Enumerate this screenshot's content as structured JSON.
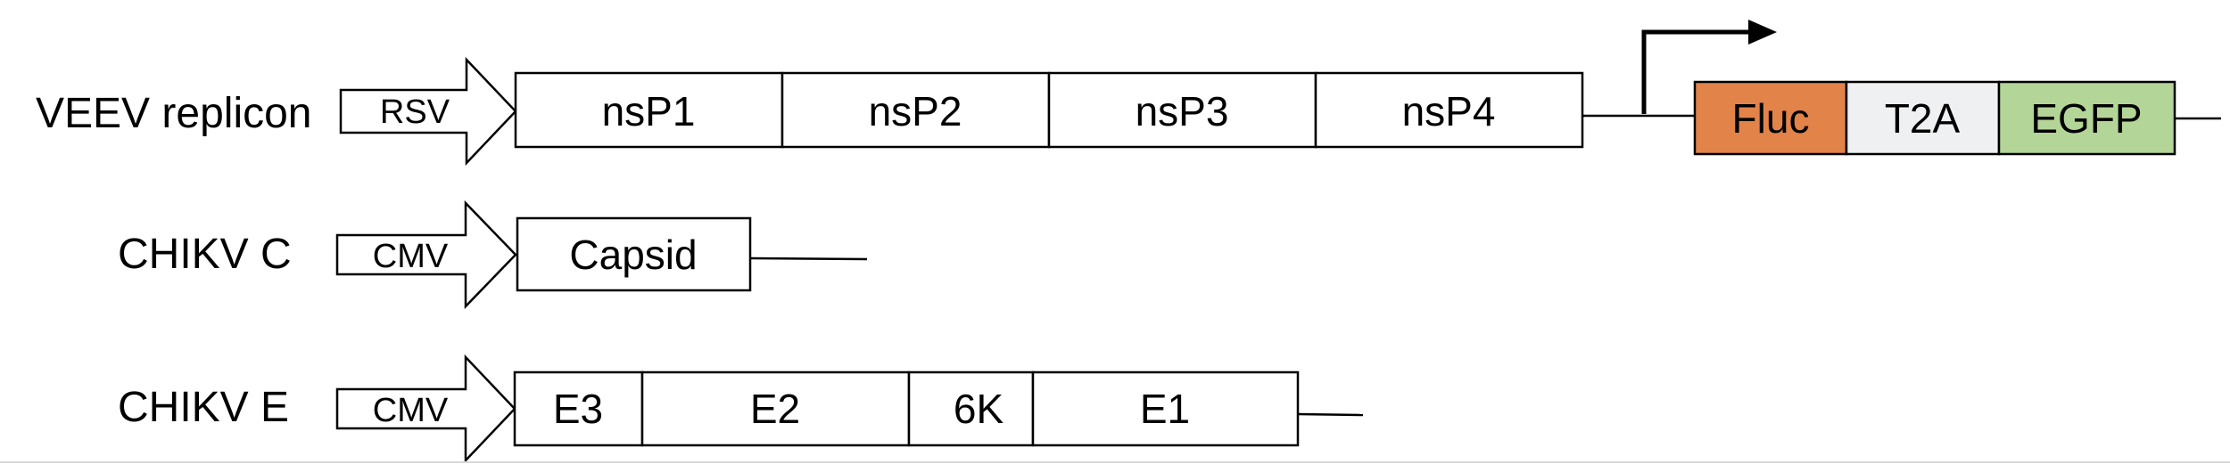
{
  "constructs": [
    {
      "label": "VEEV replicon",
      "promoter": "RSV",
      "segments": [
        "nsP1",
        "nsP2",
        "nsP3",
        "nsP4"
      ],
      "reporter": {
        "segments": [
          {
            "label": "Fluc",
            "color": "#E2834A"
          },
          {
            "label": "T2A",
            "color": "#EEF0F2"
          },
          {
            "label": "EGFP",
            "color": "#B3D597"
          }
        ]
      }
    },
    {
      "label": "CHIKV C",
      "promoter": "CMV",
      "segments": [
        "Capsid"
      ]
    },
    {
      "label": "CHIKV E",
      "promoter": "CMV",
      "segments": [
        "E3",
        "E2",
        "6K",
        "E1"
      ]
    }
  ]
}
